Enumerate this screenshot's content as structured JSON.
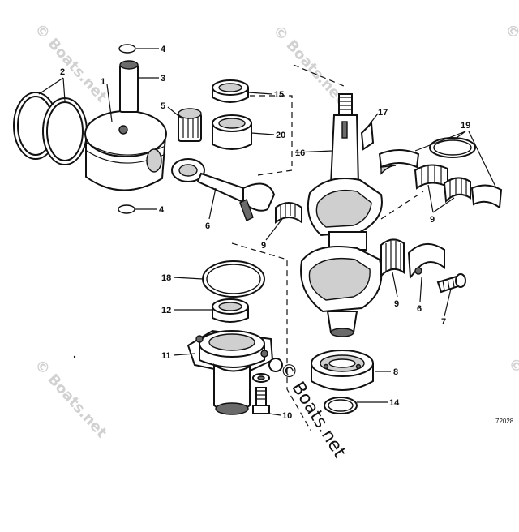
{
  "callouts": {
    "c1": "1",
    "c2": "2",
    "c3": "3",
    "c4a": "4",
    "c4b": "4",
    "c5": "5",
    "c6a": "6",
    "c6b": "6",
    "c7": "7",
    "c8": "8",
    "c9a": "9",
    "c9b": "9",
    "c9c": "9",
    "c10": "10",
    "c11": "11",
    "c12": "12",
    "c14": "14",
    "c15": "15",
    "c16": "16",
    "c17": "17",
    "c18": "18",
    "c19": "19",
    "c20": "20"
  },
  "figure_number": "72028",
  "watermark": {
    "text": "© Boats.net",
    "center_text": "© Boats.net"
  },
  "colors": {
    "line": "#111111",
    "watermark": "#9a9a9a",
    "background": "#ffffff"
  }
}
